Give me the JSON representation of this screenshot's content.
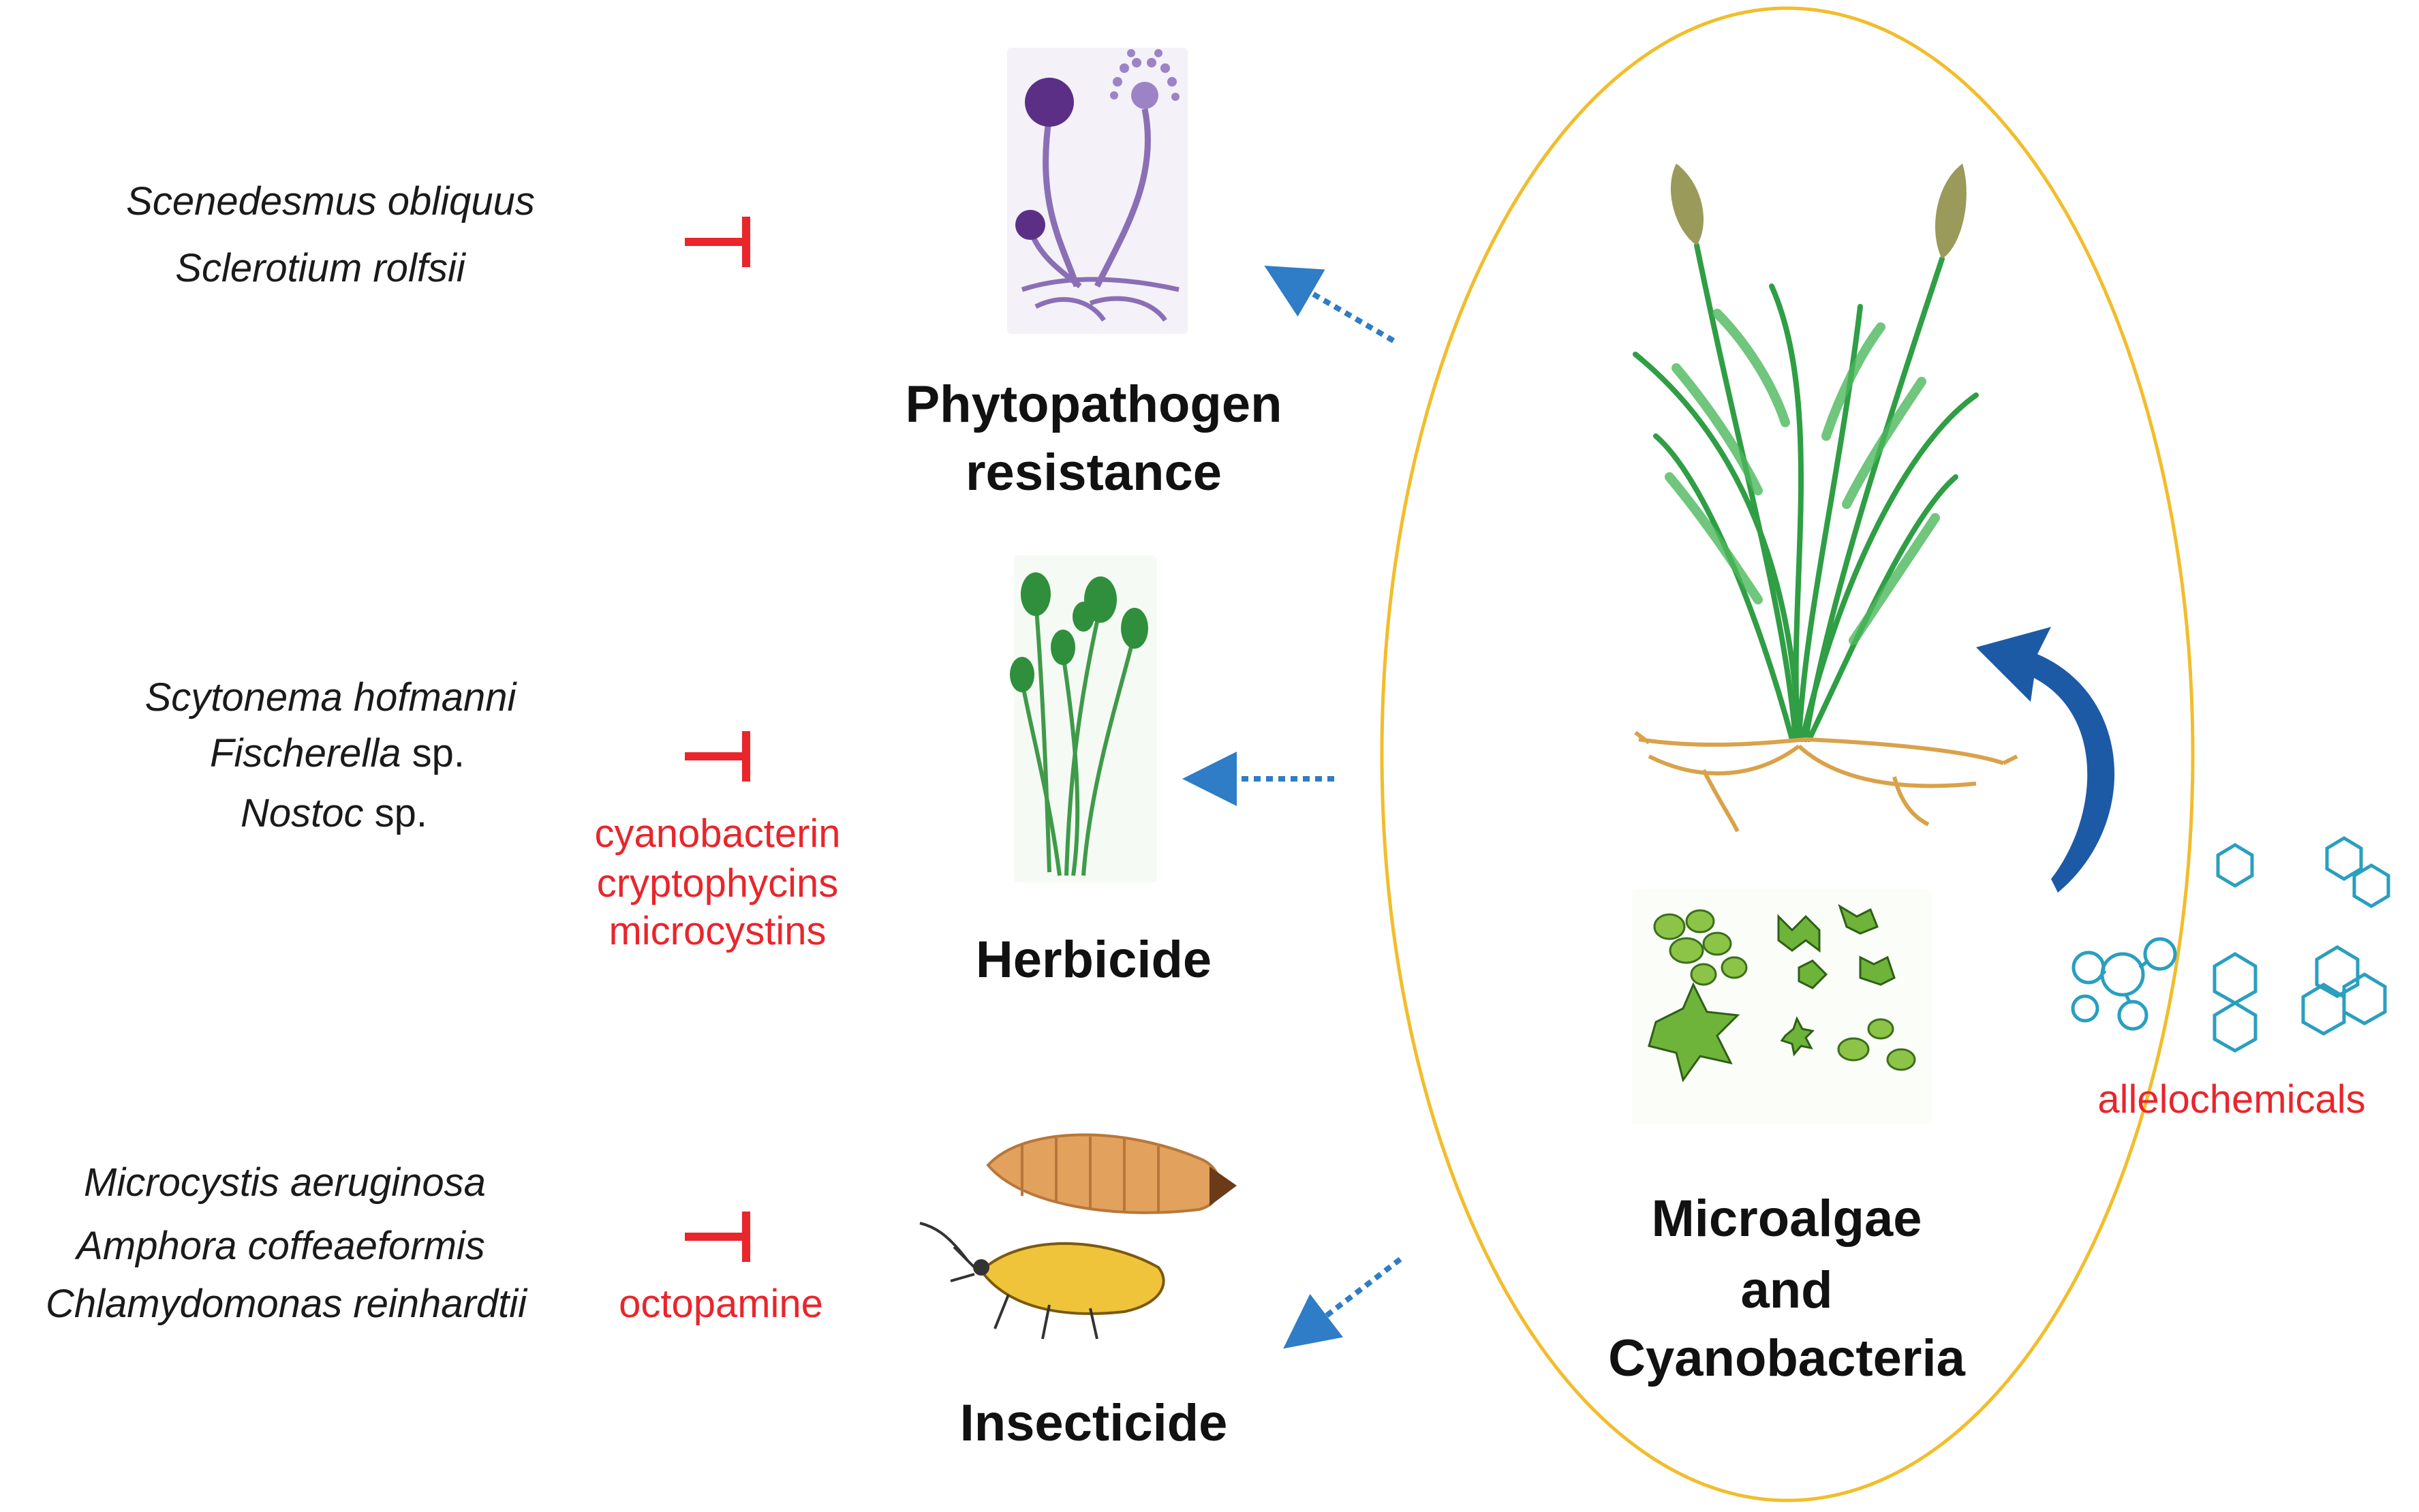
{
  "colors": {
    "ellipse": "#f2bd2c",
    "inhibit": "#e8262c",
    "arrow": "#2f7cc7",
    "allelo_arrow": "#1d5aa6",
    "molecule": "#2a9fbf",
    "plant": "#2f9e44",
    "root": "#d9a24a",
    "fungus": "#8a6fb5",
    "red_text": "#e8262c"
  },
  "center": {
    "title_line1": "Microalgae",
    "title_line2": "and",
    "title_line3": "Cyanobacteria",
    "allelochemicals_label": "allelochemicals"
  },
  "phytopathogen": {
    "title_line1": "Phytopathogen",
    "title_line2": "resistance",
    "organism1": "Scenedesmus obliquus",
    "organism2": "Sclerotium rolfsii",
    "icon": "fungus-icon"
  },
  "herbicide": {
    "title": "Herbicide",
    "organism1": "Scytonema hofmanni",
    "organism2_italic": "Fischerella",
    "organism2_suffix": " sp.",
    "organism3_italic": "Nostoc",
    "organism3_suffix": " sp.",
    "compounds": [
      "cyanobacterin",
      "cryptophycins",
      "microcystins"
    ],
    "icon": "weed-icon"
  },
  "insecticide": {
    "title": "Insecticide",
    "organism1": "Microcystis aeruginosa",
    "organism2": "Amphora coffeaeformis",
    "organism3": "Chlamydomonas reinhardtii",
    "compound": "octopamine",
    "icon": "insect-icon"
  }
}
